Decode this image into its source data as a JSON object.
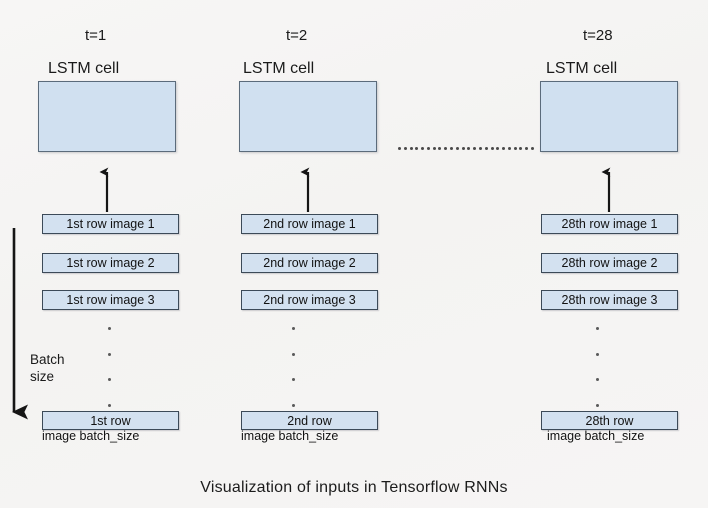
{
  "figure": {
    "caption": "Visualization of inputs in Tensorflow RNNs",
    "background_color": "#f5f4f3",
    "box_fill_color": "#d0e0f0",
    "box_border_color": "#3c4a58",
    "text_color": "#1a1a1a"
  },
  "timesteps": [
    {
      "t_label": "t=1",
      "cell_label": "LSTM cell",
      "rows": [
        "1st row image 1",
        "1st row image 2",
        "1st row image 3"
      ],
      "last_row_label": "1st row",
      "last_row_caption": "image batch_size",
      "ellipsis_dots": 4
    },
    {
      "t_label": "t=2",
      "cell_label": "LSTM cell",
      "rows": [
        "2nd row image 1",
        "2nd row image 2",
        "2nd row image 3"
      ],
      "last_row_label": "2nd row",
      "last_row_caption": "image batch_size",
      "ellipsis_dots": 4
    },
    {
      "t_label": "t=28",
      "cell_label": "LSTM cell",
      "rows": [
        "28th row image 1",
        "28th row image 2",
        "28th row image 3"
      ],
      "last_row_label": "28th row",
      "last_row_caption": "image batch_size",
      "ellipsis_dots": 4
    }
  ],
  "batch_axis": {
    "line1": "Batch",
    "line2": "size"
  },
  "horizontal_ellipsis": {
    "dot_count": 24
  }
}
